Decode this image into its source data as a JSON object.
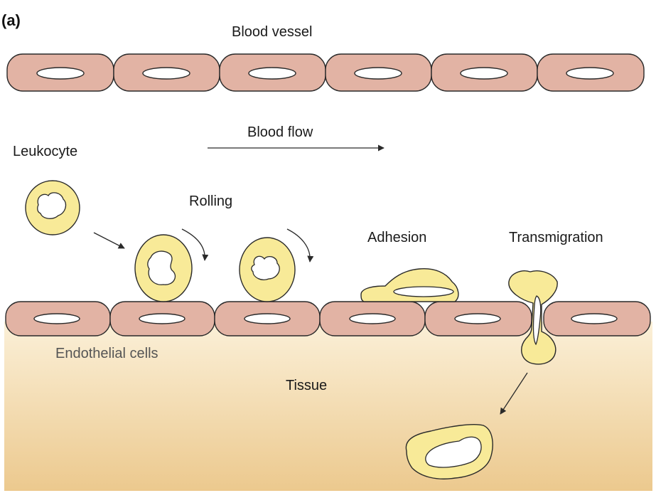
{
  "panel_label": "(a)",
  "labels": {
    "blood_vessel": "Blood vessel",
    "blood_flow": "Blood flow",
    "leukocyte": "Leukocyte",
    "rolling": "Rolling",
    "adhesion": "Adhesion",
    "transmigration": "Transmigration",
    "endothelial_cells": "Endothelial cells",
    "tissue": "Tissue"
  },
  "colors": {
    "endothelial_cell": "#e2b3a4",
    "leukocyte": "#f8ea98",
    "tissue_top": "#fbf0d8",
    "tissue_bottom": "#ecc98e",
    "outline": "#2a2a2a"
  }
}
